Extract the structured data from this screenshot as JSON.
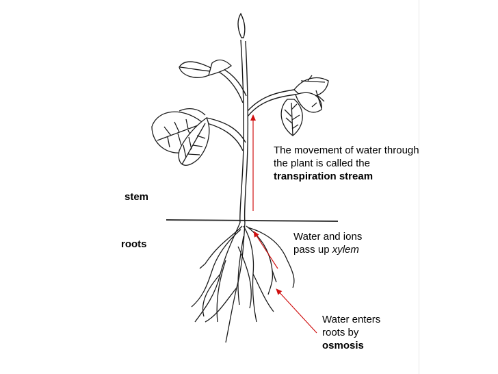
{
  "labels": {
    "stem": "stem",
    "roots": "roots"
  },
  "annotations": {
    "transpiration": {
      "line1": "The movement of water through",
      "line2": "the plant is called the",
      "line3": "transpiration stream"
    },
    "xylem": {
      "line1": "Water and ions",
      "line2_prefix": "pass up ",
      "line2_term": "xylem"
    },
    "osmosis": {
      "line1": "Water enters",
      "line2": "roots by",
      "line3": "osmosis"
    }
  },
  "colors": {
    "arrow": "#d01010",
    "drawing": "#1a1a1a",
    "soil_line": "#333333"
  }
}
